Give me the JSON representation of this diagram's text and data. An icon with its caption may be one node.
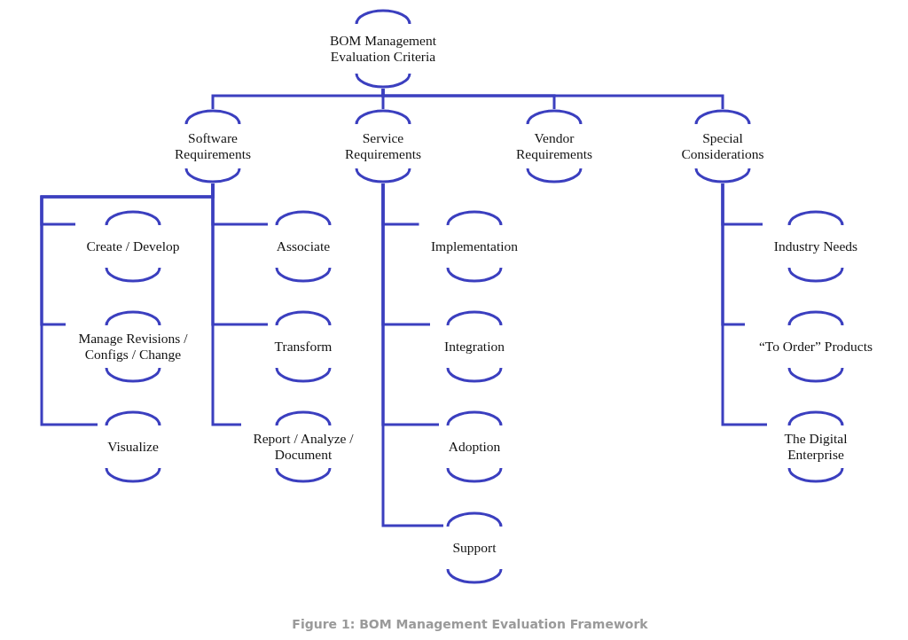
{
  "diagram": {
    "caption": "Figure 1: BOM Management Evaluation Framework",
    "nodes": [
      {
        "text": [
          "BOM Management Evaluation Criteria"
        ]
      },
      {
        "text": [
          "Software Requirements"
        ]
      },
      {
        "text": [
          "Service Requirements"
        ]
      },
      {
        "text": [
          "Vendor Requirements"
        ]
      },
      {
        "text": [
          "Special Considerations"
        ]
      },
      {
        "text": [
          "Create / Develop"
        ]
      },
      {
        "text": [
          "Manage Revisions / Configs / Change"
        ]
      },
      {
        "text": [
          "Visualize"
        ]
      },
      {
        "text": [
          "Associate"
        ]
      },
      {
        "text": [
          "Transform"
        ]
      },
      {
        "text": [
          "Report / Analyze / Document"
        ]
      },
      {
        "text": [
          "Implementation"
        ]
      },
      {
        "text": [
          "Integration"
        ]
      },
      {
        "text": [
          "Adoption"
        ]
      },
      {
        "text": [
          "Support"
        ]
      },
      {
        "text": [
          "Industry Needs"
        ]
      },
      {
        "text": [
          "“To Order” Products"
        ]
      },
      {
        "text": [
          "The Digital Enterprise"
        ]
      }
    ],
    "edges": [
      {
        "from": 0,
        "to": 1,
        "arrow": "none"
      },
      {
        "from": 0,
        "to": 2,
        "arrow": "none"
      },
      {
        "from": 0,
        "to": 3,
        "arrow": "none"
      },
      {
        "from": 0,
        "to": 4,
        "arrow": "none"
      },
      {
        "from": 1,
        "to": 5,
        "arrow": "none"
      },
      {
        "from": 1,
        "to": 6,
        "arrow": "none"
      },
      {
        "from": 1,
        "to": 7,
        "arrow": "none"
      },
      {
        "from": 1,
        "to": 8,
        "arrow": "none"
      },
      {
        "from": 1,
        "to": 9,
        "arrow": "none"
      },
      {
        "from": 1,
        "to": 10,
        "arrow": "none"
      },
      {
        "from": 2,
        "to": 11,
        "arrow": "none"
      },
      {
        "from": 2,
        "to": 12,
        "arrow": "none"
      },
      {
        "from": 2,
        "to": 13,
        "arrow": "none"
      },
      {
        "from": 2,
        "to": 14,
        "arrow": "none"
      },
      {
        "from": 4,
        "to": 15,
        "arrow": "none"
      },
      {
        "from": 4,
        "to": 16,
        "arrow": "none"
      },
      {
        "from": 4,
        "to": 17,
        "arrow": "none"
      }
    ]
  }
}
